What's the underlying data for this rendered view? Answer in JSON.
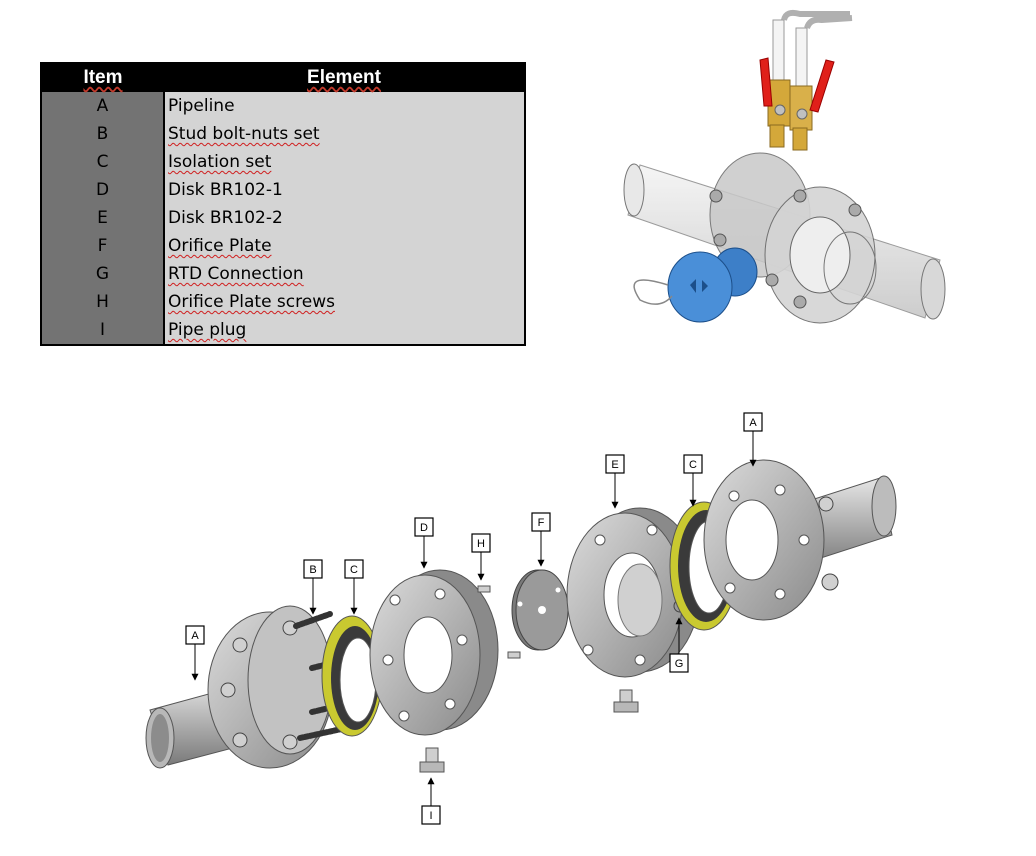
{
  "table": {
    "headers": [
      "Item",
      "Element"
    ],
    "rows": [
      {
        "item": "A",
        "element": "Pipeline"
      },
      {
        "item": "B",
        "element": "Stud bolt-nuts set"
      },
      {
        "item": "C",
        "element": "Isolation set"
      },
      {
        "item": "D",
        "element": "Disk BR102-1"
      },
      {
        "item": "E",
        "element": "Disk BR102-2"
      },
      {
        "item": "F",
        "element": "Orifice Plate"
      },
      {
        "item": "G",
        "element": "RTD Connection"
      },
      {
        "item": "H",
        "element": "Orifice Plate screws"
      },
      {
        "item": "I",
        "element": "Pipe plug"
      }
    ]
  },
  "callouts": [
    "A",
    "B",
    "C",
    "D",
    "H",
    "F",
    "E",
    "C",
    "A",
    "G",
    "I"
  ],
  "colors": {
    "metal": "#a8a8a8",
    "metal_dark": "#6f6f6f",
    "gasket": "#c9c930",
    "valve_handle": "#e0201a",
    "brass": "#d4a83a",
    "plug_blue": "#4a8fd8"
  }
}
